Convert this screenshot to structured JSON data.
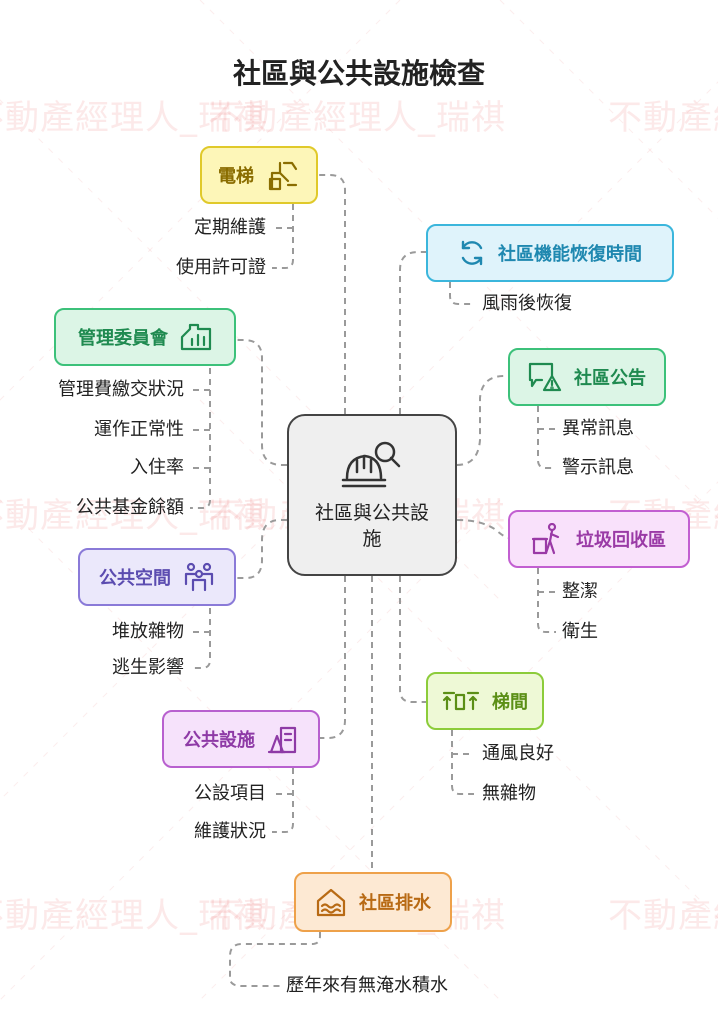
{
  "title": "社區與公共設施檢查",
  "watermark": "不動產經理人_瑞祺",
  "center": {
    "label": "社區與公共設施",
    "icon": "helmet-magnifier-icon"
  },
  "colors": {
    "yellow": {
      "fill": "#fdf6b8",
      "stroke": "#e0c92a",
      "text": "#8a6d00"
    },
    "cyan": {
      "fill": "#dff3fb",
      "stroke": "#3bb6dc",
      "text": "#1f88b0"
    },
    "green": {
      "fill": "#dcf5e6",
      "stroke": "#3cc17a",
      "text": "#1f8a50"
    },
    "teal": {
      "fill": "#dcf5e6",
      "stroke": "#3cc17a",
      "text": "#1f8a50"
    },
    "pink": {
      "fill": "#f9e1fb",
      "stroke": "#c25fd1",
      "text": "#9a3aa6"
    },
    "lavender": {
      "fill": "#ebe8fb",
      "stroke": "#8a7ad8",
      "text": "#5b4cb0"
    },
    "lime": {
      "fill": "#eef9d6",
      "stroke": "#8ccc3a",
      "text": "#5b8f16"
    },
    "purple": {
      "fill": "#f6e2fb",
      "stroke": "#b860cf",
      "text": "#8e3aa6"
    },
    "orange": {
      "fill": "#fde9d3",
      "stroke": "#eea14a",
      "text": "#b86a14"
    }
  },
  "nodes": {
    "elevator": {
      "label": "電梯",
      "icon": "elevator-wrench-icon",
      "items": [
        "定期維護",
        "使用許可證"
      ]
    },
    "recovery": {
      "label": "社區機能恢復時間",
      "icon": "refresh-icon",
      "items": [
        "風雨後恢復"
      ]
    },
    "committee": {
      "label": "管理委員會",
      "icon": "chart-hand-icon",
      "items": [
        "管理費繳交狀況",
        "運作正常性",
        "入住率",
        "公共基金餘額"
      ]
    },
    "notice": {
      "label": "社區公告",
      "icon": "chat-warning-icon",
      "items": [
        "異常訊息",
        "警示訊息"
      ]
    },
    "garbage": {
      "label": "垃圾回收區",
      "icon": "trash-person-icon",
      "items": [
        "整潔",
        "衛生"
      ]
    },
    "space": {
      "label": "公共空間",
      "icon": "people-icon",
      "items": [
        "堆放雜物",
        "逃生影響"
      ]
    },
    "stairs": {
      "label": "梯間",
      "icon": "stairs-arrows-icon",
      "items": [
        "通風良好",
        "無雜物"
      ]
    },
    "facility": {
      "label": "公共設施",
      "icon": "building-cone-icon",
      "items": [
        "公設項目",
        "維護狀況"
      ]
    },
    "drainage": {
      "label": "社區排水",
      "icon": "house-water-icon",
      "items": [
        "歷年來有無淹水積水"
      ]
    }
  }
}
